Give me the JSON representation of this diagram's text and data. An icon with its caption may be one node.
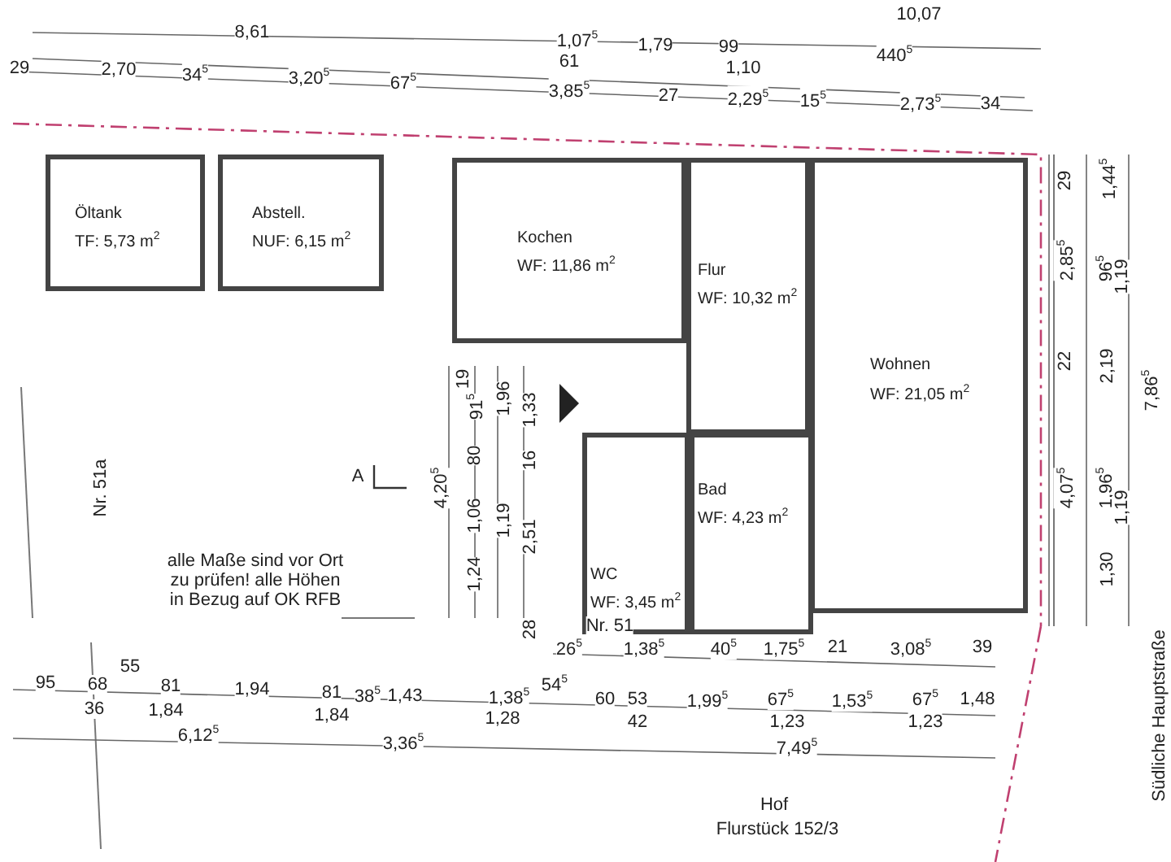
{
  "diagram": {
    "nodes": [
      {
        "text": [
          "Öltank",
          "TF: 5,73 m$^{2}$"
        ]
      },
      {
        "text": [
          "Abstell.",
          "NUF: 6,15 m$^{2}$"
        ]
      },
      {
        "text": [
          "Kochen",
          "WF: 11,86 m$^{2}$"
        ]
      },
      {
        "text": [
          "Flur",
          "WF: 10,32 m$^{2}$"
        ]
      },
      {
        "text": [
          "Wohnen",
          "WF: 21,05 m$^{2}$"
        ]
      },
      {
        "text": [
          "WC",
          "WF: 3,45 m$^{2}$"
        ]
      },
      {
        "text": [
          "Bad",
          "WF: 4,23 m$^{2}$"
        ]
      }
    ],
    "edges": [],
    "labels": [
      "10,07",
      "8,61",
      "1,07$^{5}$",
      "1,79",
      "99",
      "440$^{5}$",
      "29",
      "2,70",
      "34$^{5}$",
      "3,20$^{5}$",
      "67$^{5}$",
      "61",
      "3,85$^{5}$",
      "1,10",
      "27",
      "2,29$^{5}$",
      "15$^{5}$",
      "2,73$^{5}$",
      "34",
      "19",
      "91$^{5}$",
      "1,96",
      "1,33",
      "80",
      "16",
      "4,20$^{5}$",
      "1,06",
      "1,19",
      "2,51",
      "1,24",
      "28",
      "A",
      "Nr. 51a",
      "alle Maße sind vor Ort zu prüfen! alle Höhen in Bezug auf OK RFB",
      "Nr. 51",
      "26$^{5}$",
      "1,38$^{5}$",
      "40$^{5}$",
      "1,75$^{5}$",
      "21",
      "3,08$^{5}$",
      "39",
      "95",
      "68",
      "55",
      "36",
      "81",
      "1,84",
      "1,94",
      "81",
      "1,84",
      "38$^{5}$",
      "1,43",
      "1,38$^{5}$",
      "1,28",
      "54$^{5}$",
      "60",
      "53",
      "42",
      "1,99$^{5}$",
      "67$^{5}$",
      "1,23",
      "1,53$^{5}$",
      "67$^{5}$",
      "1,23",
      "1,48",
      "6,12$^{5}$",
      "3,36$^{5}$",
      "7,49$^{5}$",
      "Hof",
      "Flurstück 152/3",
      "29",
      "2,85$^{5}$",
      "22",
      "4,07$^{5}$",
      "1,44$^{5}$",
      "96$^{5}$",
      "1,19",
      "2,19",
      "1,96$^{5}$",
      "1,19",
      "1,30",
      "7,86$^{5}$",
      "Südliche Hauptstraße"
    ]
  }
}
